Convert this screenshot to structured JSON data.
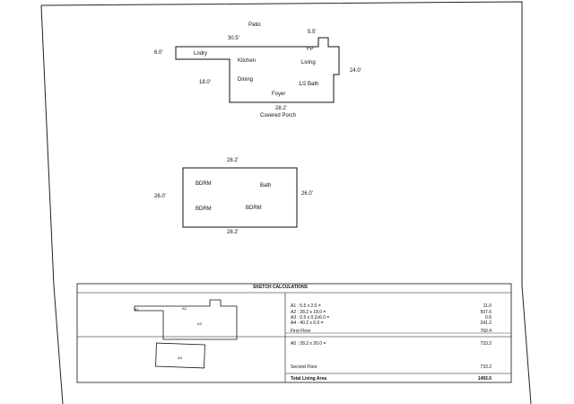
{
  "first_floor": {
    "patio": "Patio",
    "dim_top": "30.5'",
    "dim_bump": "5.5'",
    "dim_left": "6.0'",
    "dim_right": "24.0'",
    "dim_inner": "18.0'",
    "dim_bottom": "28.2'",
    "fp": "FP",
    "laundry": "Lndry",
    "kitchen": "Kitchen",
    "living": "Living",
    "dining": "Dining",
    "bath": "1/2 Bath",
    "foyer": "Foyer",
    "porch": "Covered Porch"
  },
  "second_floor": {
    "dim_top": "28.2'",
    "dim_bottom": "28.2'",
    "dim_left": "26.0'",
    "dim_right": "26.0'",
    "bdrm1": "BDRM",
    "bath": "Bath",
    "bdrm2": "BDRM",
    "bdrm3": "BDRM"
  },
  "calc": {
    "title": "SKETCH CALCULATIONS",
    "thumb_a1": "A1",
    "thumb_a2": "A2",
    "thumb_a3": "A3",
    "thumb_a5": "A5",
    "rows": [
      {
        "label": "A1 : 5.5 x 2.0 =",
        "value": "11.0"
      },
      {
        "label": "A2 : 28.2 x 18.0 =",
        "value": "507.6"
      },
      {
        "label": "A3 : 0.5 x 0.2x6.0 =",
        "value": "0.6"
      },
      {
        "label": "A4 : 40.2 x 6.0 =",
        "value": "241.2"
      }
    ],
    "first_floor_label": "First Floor",
    "first_floor_value": "760.4",
    "a5_label": "A5 : 28.2 x 26.0 =",
    "a5_value": "733.2",
    "second_floor_label": "Second Floor",
    "second_floor_value": "733.2",
    "total_label": "Total Living Area",
    "total_value": "1493.6"
  }
}
